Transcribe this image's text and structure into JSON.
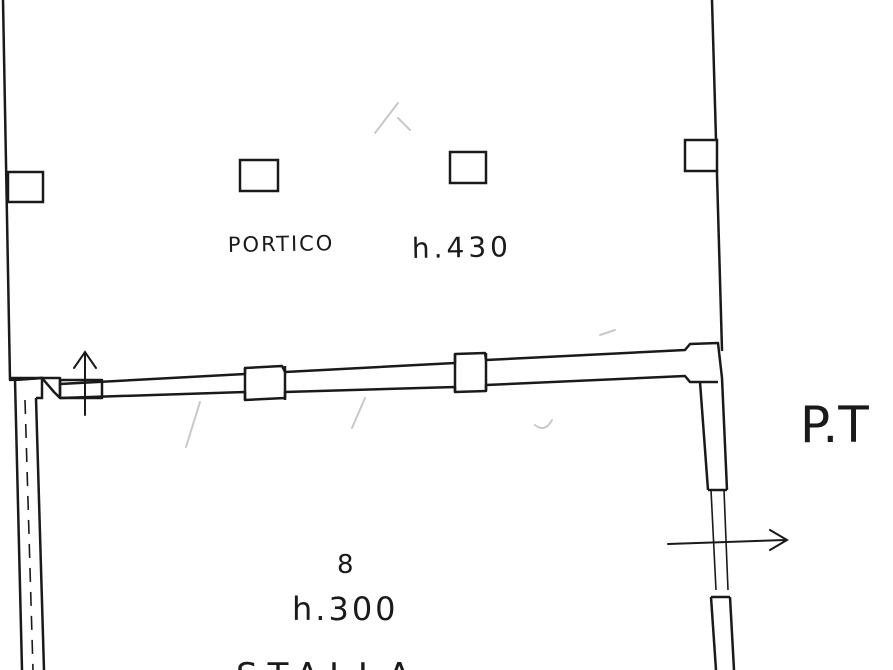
{
  "labels": {
    "portico": "PORTICO",
    "portico_height": "h.430",
    "room_number": "8",
    "room_height": "h.300",
    "room_name_partial": "STALLA",
    "floor_label": "P.T"
  },
  "colors": {
    "ink": "#1a1a1a",
    "paper": "#ffffff",
    "faint": "#c8c8c8"
  }
}
